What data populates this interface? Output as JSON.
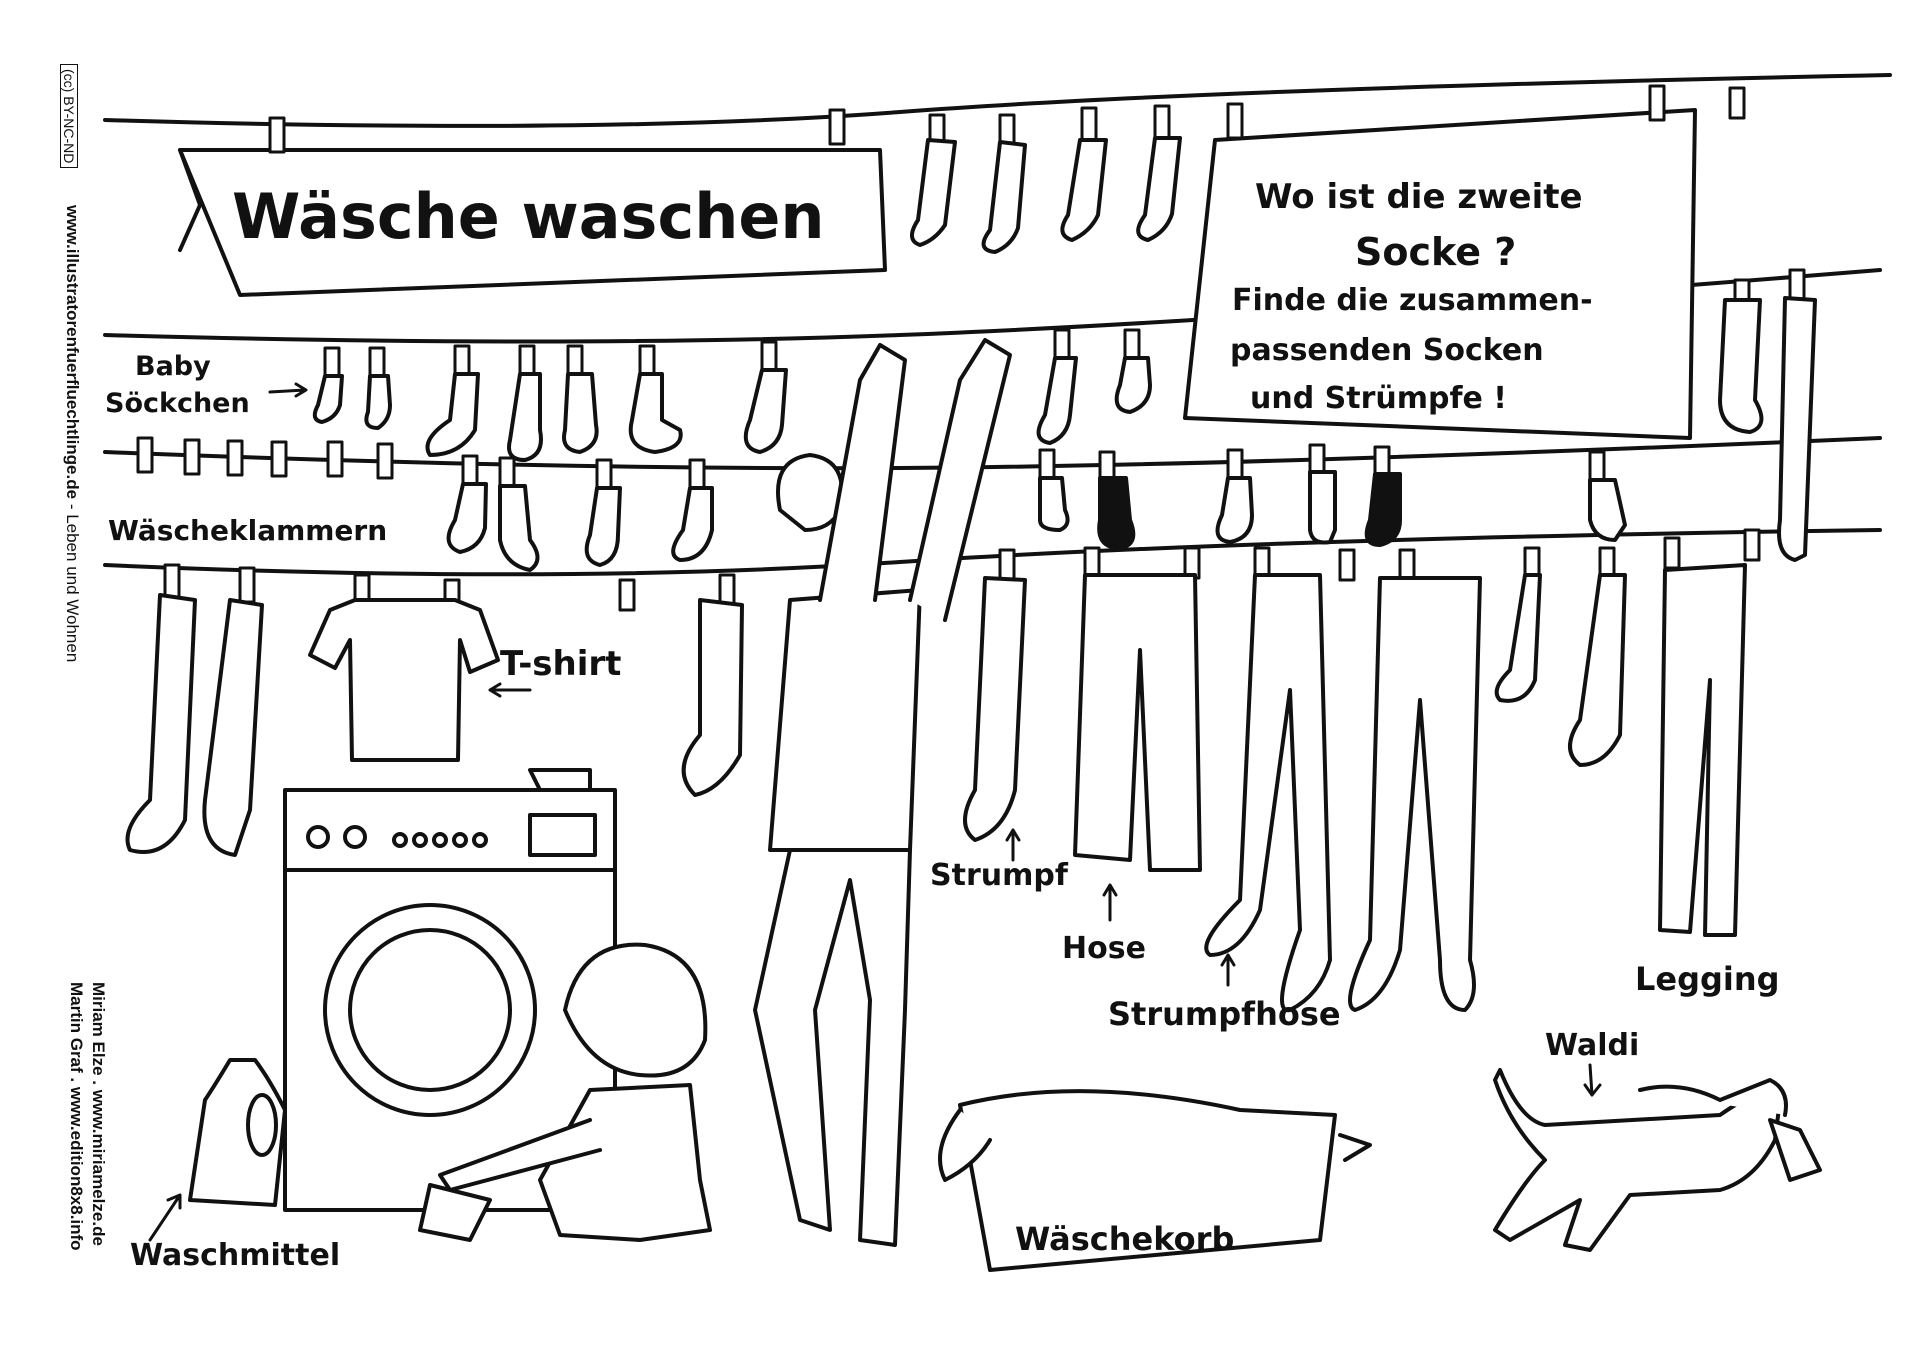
{
  "license_badge": "BY-NC-ND",
  "sidebar": {
    "website": "www.illustratorenfuerfluechtlinge.de",
    "topic": "- Leben und Wohnen",
    "credit_line_1": "Miriam Elze . www.miriamelze.de",
    "credit_line_2": "Martin Graf . www.edition8x8.info"
  },
  "banner_title": "Wäsche waschen",
  "sign": {
    "line1": "Wo ist die zweite",
    "line2": "Socke ?",
    "line3": "Finde die zusammen-",
    "line4": "passenden Socken",
    "line5": "und Strümpfe !"
  },
  "labels": {
    "baby_1": "Baby",
    "baby_2": "Söckchen",
    "clothespins": "Wäscheklammern",
    "tshirt": "T-shirt",
    "strumpf": "Strumpf",
    "hose": "Hose",
    "strumpfhose": "Strumpfhose",
    "legging": "Legging",
    "waldi": "Waldi",
    "waschmittel": "Waschmittel",
    "waeschekorb": "Wäschekorb"
  }
}
